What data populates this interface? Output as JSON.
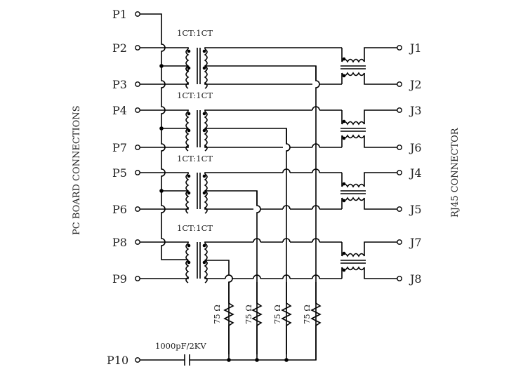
{
  "left_title": "PC BOARD CONNECTIONS",
  "right_title": "RJ45 CONNECTOR",
  "transformer_ratio": [
    "1CT:1CT",
    "1CT:1CT",
    "1CT:1CT",
    "1CT:1CT"
  ],
  "pc_pins": {
    "p1": "P1",
    "p2": "P2",
    "p3": "P3",
    "p4": "P4",
    "p7": "P7",
    "p5": "P5",
    "p6": "P6",
    "p8": "P8",
    "p9": "P9",
    "p10": "P10"
  },
  "rj45_pins": {
    "j1": "J1",
    "j2": "J2",
    "j3": "J3",
    "j6": "J6",
    "j4": "J4",
    "j5": "J5",
    "j7": "J7",
    "j8": "J8"
  },
  "resistors": [
    "75 Ω",
    "75 Ω",
    "75 Ω",
    "75 Ω"
  ],
  "capacitor": "1000pF/2KV"
}
